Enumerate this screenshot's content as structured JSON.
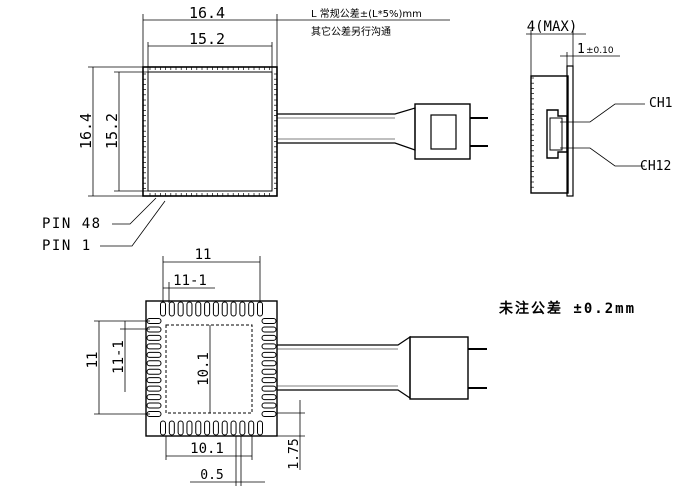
{
  "top_view": {
    "dim_outer_width": "16.4",
    "dim_inner_width": "15.2",
    "dim_outer_height": "16.4",
    "dim_inner_height": "15.2",
    "tolerance_line1": "L 常规公差±(L*5%)mm",
    "tolerance_line2": "其它公差另行沟通",
    "pin_48_label": "PIN 48",
    "pin_1_label": "PIN 1"
  },
  "side_view": {
    "dim_max_thickness": "4(MAX)",
    "dim_thickness": "1",
    "dim_thickness_tol": "±0.10",
    "ch1_label": "CH1",
    "ch12_label": "CH12"
  },
  "bottom_view": {
    "dim_pad_span_width": "11",
    "dim_pitch_width": "11-1",
    "dim_pad_span_height": "11",
    "dim_pitch_height": "11-1",
    "dim_inner_height": "10.1",
    "dim_inner_width": "10.1",
    "dim_edge_offset": "1.75",
    "dim_pad_width": "0.5"
  },
  "general_tolerance": "未注公差 ±0.2mm"
}
